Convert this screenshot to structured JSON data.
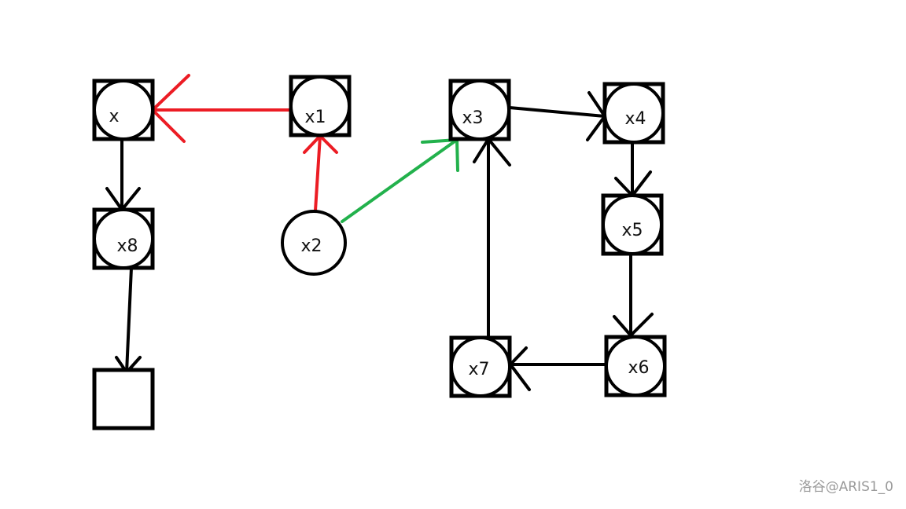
{
  "colors": {
    "black": "#000000",
    "red": "#ec1c24",
    "green": "#22b14c"
  },
  "nodes": [
    {
      "id": "x",
      "label": "x",
      "shape": "square-circle"
    },
    {
      "id": "x1",
      "label": "x1",
      "shape": "square-circle"
    },
    {
      "id": "x2",
      "label": "x2",
      "shape": "circle"
    },
    {
      "id": "x3",
      "label": "x3",
      "shape": "square-circle"
    },
    {
      "id": "x4",
      "label": "x4",
      "shape": "square-circle"
    },
    {
      "id": "x5",
      "label": "x5",
      "shape": "square-circle"
    },
    {
      "id": "x6",
      "label": "x6",
      "shape": "square-circle"
    },
    {
      "id": "x7",
      "label": "x7",
      "shape": "square-circle"
    },
    {
      "id": "x8",
      "label": "x8",
      "shape": "square-circle"
    },
    {
      "id": "empty",
      "label": "",
      "shape": "square"
    }
  ],
  "edges": [
    {
      "from": "x1",
      "to": "x",
      "color": "red"
    },
    {
      "from": "x2",
      "to": "x1",
      "color": "red"
    },
    {
      "from": "x2",
      "to": "x3",
      "color": "green"
    },
    {
      "from": "x",
      "to": "x8",
      "color": "black"
    },
    {
      "from": "x8",
      "to": "empty",
      "color": "black"
    },
    {
      "from": "x3",
      "to": "x4",
      "color": "black"
    },
    {
      "from": "x4",
      "to": "x5",
      "color": "black"
    },
    {
      "from": "x5",
      "to": "x6",
      "color": "black"
    },
    {
      "from": "x6",
      "to": "x7",
      "color": "black"
    },
    {
      "from": "x7",
      "to": "x3",
      "color": "black"
    }
  ],
  "watermark": "洛谷@ARIS1_0"
}
